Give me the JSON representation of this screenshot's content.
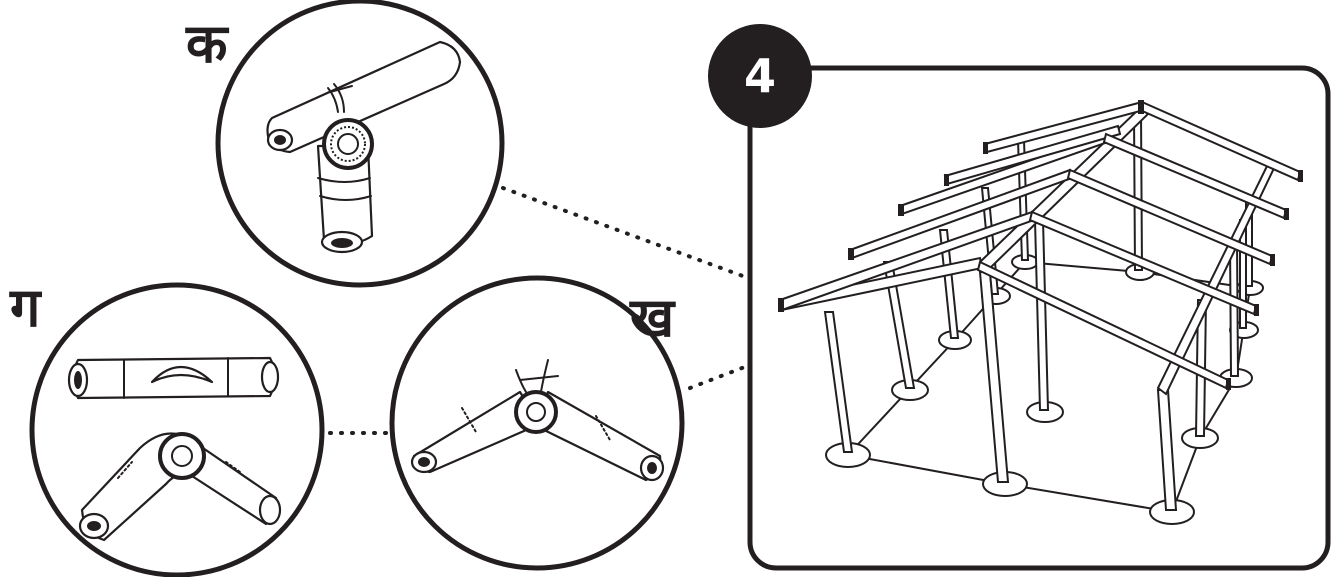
{
  "step": {
    "number": "4"
  },
  "details": [
    {
      "id": "ka",
      "label": "क"
    },
    {
      "id": "kha",
      "label": "ख"
    },
    {
      "id": "ga",
      "label": "ग"
    }
  ],
  "colors": {
    "ink": "#231f20",
    "background": "#ffffff",
    "badge_text": "#ffffff"
  },
  "icons": [
    "pipe-cross-clamp-icon",
    "pipe-elbow-joint-icon",
    "pipe-coupling-icon",
    "greenhouse-frame-icon"
  ]
}
